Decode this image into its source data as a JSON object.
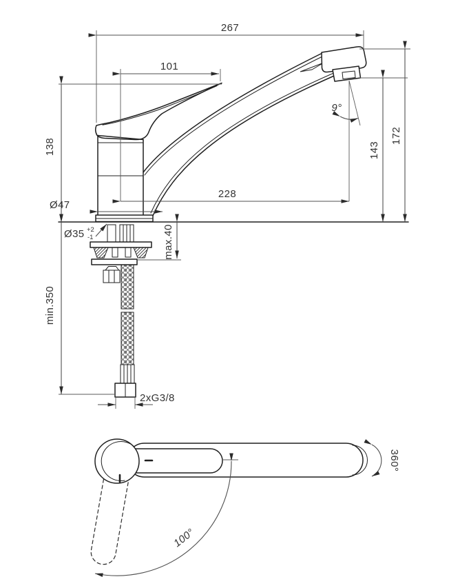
{
  "drawing": {
    "type": "technical-dimension-drawing",
    "subject": "single-lever kitchen sink mixer tap, side elevation and plan view",
    "colors": {
      "object_line": "#1f1f1f",
      "dimension_line": "#4f4f4f",
      "text": "#333333",
      "background": "#ffffff"
    },
    "side_view": {
      "overall_length": "267",
      "handle_length": "101",
      "handle_tip_height": "138",
      "spout_reach": "228",
      "outlet_height": "143",
      "overall_height": "172",
      "outlet_angle": "9°",
      "base_diameter": "Ø47",
      "hole_diameter": "Ø35",
      "hole_tolerance_plus": "+2",
      "hole_tolerance_minus": "-1",
      "max_deck_thickness": "max.40",
      "min_hose_length": "min.350",
      "connection_thread": "2xG3/8"
    },
    "top_view": {
      "spout_swivel_range": "360°",
      "handle_swing_angle": "100°"
    }
  }
}
